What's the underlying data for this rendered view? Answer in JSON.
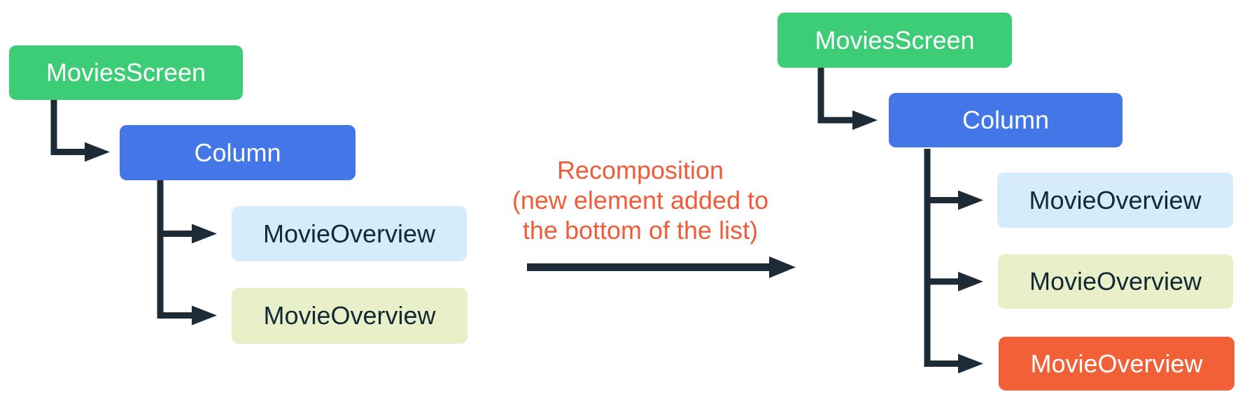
{
  "annotation": {
    "lines": [
      "Recomposition",
      "(new element added to",
      "the bottom of the list)"
    ]
  },
  "before_tree": {
    "root_label": "MoviesScreen",
    "column_label": "Column",
    "children": [
      {
        "label": "MovieOverview"
      },
      {
        "label": "MovieOverview"
      }
    ]
  },
  "after_tree": {
    "root_label": "MoviesScreen",
    "column_label": "Column",
    "children": [
      {
        "label": "MovieOverview"
      },
      {
        "label": "MovieOverview"
      },
      {
        "label": "MovieOverview",
        "highlighted": "new element"
      }
    ]
  },
  "colors": {
    "root_green": "#3ecd77",
    "column_blue": "#4377e8",
    "child_light_blue": "#d6ecfa",
    "child_cream": "#e9efc8",
    "child_highlight_orange": "#f26038",
    "connector_dark": "#1c2b36",
    "annotation_orange": "#f05c39",
    "label_on_dark": "#ffffff",
    "label_on_light": "#132a35"
  }
}
